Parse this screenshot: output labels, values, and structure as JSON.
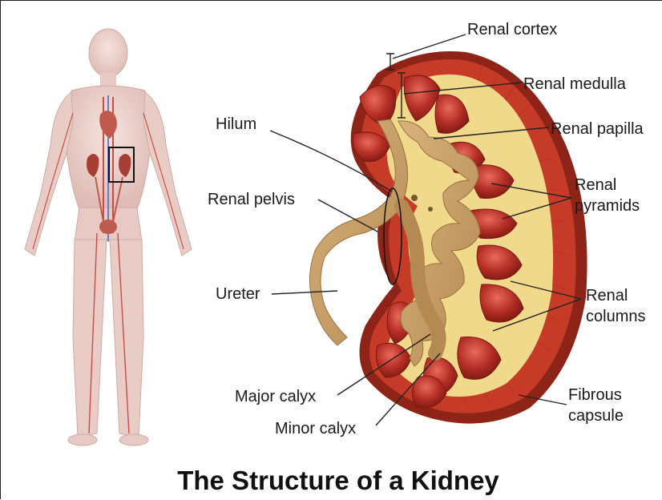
{
  "title": "The Structure of a Kidney",
  "labels": {
    "renal_cortex": "Renal cortex",
    "renal_medulla": "Renal medulla",
    "renal_papilla": "Renal papilla",
    "renal_pyramids_1": "Renal",
    "renal_pyramids_2": "pyramids",
    "renal_columns_1": "Renal",
    "renal_columns_2": "columns",
    "fibrous_capsule_1": "Fibrous",
    "fibrous_capsule_2": "capsule",
    "hilum": "Hilum",
    "renal_pelvis": "Renal pelvis",
    "ureter": "Ureter",
    "major_calyx": "Major calyx",
    "minor_calyx": "Minor calyx"
  },
  "colors": {
    "capsule": "#8e2418",
    "cortex": "#c63b28",
    "pyramid": "#b8322c",
    "pelvis": "#c8a06a",
    "fat": "#f0d98a",
    "body": "#e9c9c3"
  }
}
